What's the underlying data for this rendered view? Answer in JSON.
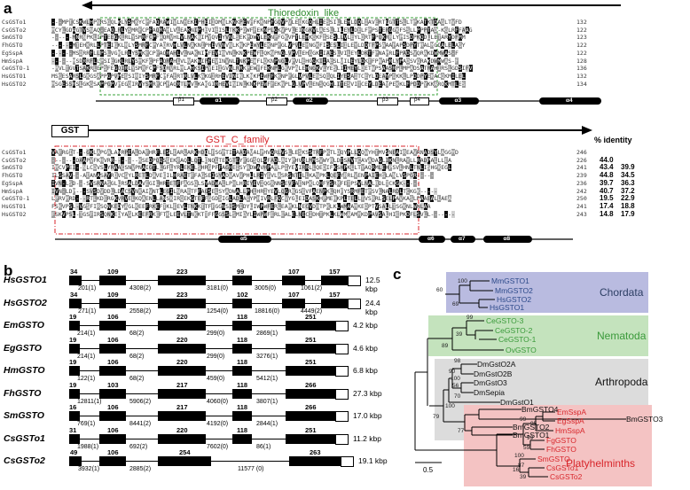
{
  "panel_labels": {
    "a": "a",
    "b": "b",
    "c": "c"
  },
  "panel_a": {
    "domain_thioredoxin": "Thioredoxin_like",
    "domain_gst_c": "GST_C_family",
    "gst_box": "GST",
    "identity_header": "% identity",
    "block1": {
      "rows": [
        {
          "name": "CsGSTo1",
          "seq": "---MPTCSKWLHPNRSGQLKLYSMKYCPFAQRAWIVLNHEKIPHEIIDMNLKNKPEWFFKKNPFGQVPVLEQKGQHLIESSILLEHLDQLIAVERTGGTTSLLTPKATKTDAGLTVFD",
          "end": "132"
        },
        {
          "name": "CsGSTo2",
          "seq": "MCYLGDAGTVSNAQ-EAQLRLYSMRFCPFAQRAHLVLEAKNIPHEVIEISLTKKPDWFFEKNPLGKVPVLEINGKVLAESLLILEYLDELFPPSTERGGKFSSLLPPPTAD-KGLRFFAAG",
          "end": "122"
        },
        {
          "name": "SmGSTO",
          "seq": "------MNRNPKLIPTEEGKLRLYSMRFCPFAQRVHLVLNAKNIPYQVIYVNLSEKPDWYLEKNPFGKVPTLEHKGKFISESLLVLEYLDRTFPQKRRLYPISDPKQDLLETARYDFMM",
          "end": "123"
        },
        {
          "name": "FhGSTO",
          "seq": "------MTEHKRLLPTEIGKLRLYSMRFCPYAQRVHLVLNAKNIPHEVVNVNLKNKPEWYLEKNPFGLVPVLEHNGKFISESLIILEYLDQTFPSAAAFAPSDPYTRALMGQALELAGY",
          "end": "122"
        },
        {
          "name": "EgSspA",
          "seq": "------MSDRRFLLPSLVGKLRLYSMKFCPFAQRAHLVLNAKNIPFEVINVNLKNKPEWFLQKNPNGLVPVLEHGGKIIAESLVILEYLDKTFPNAPRLFPADSVQRAKDWMWAS-F",
          "end": "122"
        },
        {
          "name": "HmSspA",
          "seq": "------MSDRRFLLPSIEGKLRLYSMKFCPFAQRAHLVLNAKNIPFEVINVNLTNKPEWFLQKNPNGLVPVLEHGGKIIAESLVILEYLDKTFPNAPRLYPADSVQRAKDWMWAS-F",
          "end": "128"
        },
        {
          "name": "CeGSTO-1",
          "seq": "-MVLTGVTSAKRLEPSFEGQIRLYSMRFCPFSQRVRLMLAHKSIPYEIIGVNLRRKPEWFFEKNPLGKVPALEHNGKVLYESLIIMEYLDETWPSAASRPLMPADSATRAHIRSLGDSIFV",
          "end": "136"
        },
        {
          "name": "HsGSTO1",
          "seq": "MSGESARSLGKGSAPPGPVPEGSIRIYSMRFCPFAERTRLVLKAKGIRHEVININLKNKPEWFFKKNPFGLVPVLENSQGQLIYESAITCEYLDEAYPGKKLLPDDPYEKACQKMILEL",
          "end": "132"
        },
        {
          "name": "HsGSTO2",
          "seq": "MSGESSRSLGKGSAPPGPVPEGQIRVYSMRFCPFAQRTLMVLKAKGIRHEVININLKNKPEWFFEKNPLGLVPVLENSQGHLITESVITCEYLDEAYPEKKLFPDDPYKKARQKMTLES",
          "end": "134"
        }
      ],
      "structures": [
        "β1",
        "α1",
        "β2",
        "α2",
        "β3",
        "β4",
        "α3",
        "α4"
      ]
    },
    "block2": {
      "rows": [
        {
          "name": "CsGSTo1",
          "seq": "VAFRGIT---GKLAPGALANRPEALDAFHRFLESLEARLARKHDQLFSGPTITAADAVALPHVQRLVSLLESKSSTRFPKTLDQYPLLQQWYHTMVSNEAIREAVRNADSYLAGGMD",
          "end": "246",
          "pct1": "",
          "pct2": ""
        },
        {
          "name": "CsGSTo2",
          "seq": "-------DAAPVFKHVRR-------KSEDPQQSGEKFAQLLQTLENQLTEKGTEYFGGSQLGFADLAIYPHVRLMMSVWYRLDTSAVTCAVADAGLIKNLRAYLLRADPALLLEA",
          "end": "226",
          "pct1": "44.0",
          "pct2": ""
        },
        {
          "name": "SmGSTO",
          "seq": "IMCVPEI--NLCDVSLYRAACSNVPNAIGTLLGFLYRLEKELSHRGPFFAGHEISYADWAVHPAMLPIYEVIRRLLQEDIFKSHPKLLTYAQRMLEHPSVLHNLTNLISHGKEGL",
          "end": "241",
          "pct1": "43.4",
          "pct2": "39.9"
        },
        {
          "name": "FhGSTO",
          "seq": "ILGSAV---AEANASAYRDVCGYLRETLDAVEEILHRAETFFAGSEIGYADWAVVPHLLRIYEVLASRSNTELLKANPKLQEFYRRLVENPAIEHSLANLVSPGR-----",
          "end": "239",
          "pct1": "44.8",
          "pct2": "34.5"
        },
        {
          "name": "EgSspA",
          "seq": "IVN-LSD---SVSRNASGLLRSALDAVEGILHRTETFFAGSQLSYADWALLPHLHRIYEVIQGRNNSEVFAENPKLQHFYSRMFETPSVLNALRDLTCKGK-----",
          "end": "236",
          "pct1": "39.7",
          "pct2": "36.3"
        },
        {
          "name": "HmSspA",
          "seq": "IVN-LDP---SVSDVDDLLDACSVNKAIVNTLEGILNRAETFFAGSELSYADWALLPHLHRIYEVLQGRNGSEVFAENPKLQHFYSRMFETPSVLNALRDLTCKGK-----",
          "end": "242",
          "pct1": "40.7",
          "pct2": "37.2"
        },
        {
          "name": "CeGSTO-1",
          "seq": "LPRVMRD---RTLKDERGKVRVELKQAENLLANSKIRQEKGTEFFGGDSIGLADLAIYPHIVRLFQCVYGLEIDASKHPMEHKPLTELLTVSRRLSELPAVKASLPAAEALLAEA",
          "end": "250",
          "pct1": "19.5",
          "pct2": "22.9"
        },
        {
          "name": "HsGSTO1",
          "seq": "FSKVPSL-VGSFIRSQNKEDYAGLKEEFRKEFTKLEEVLTNKKTTFFGGNSISMIDYLIWPWFERLEAMKLNECVDHTPKLKLWMAAMKEDPTVSALLTSGKNLWNLAA",
          "end": "241",
          "pct1": "17.4",
          "pct2": "18.8"
        },
        {
          "name": "HsGSTO2",
          "seq": "FSKVPSL-TGSFIRSQNKEDYAGLKEEFRKEFTKLEEVLTNKKTTFFGGSSLSMIDYLIWPWFERLEALELNECIDHTPKLKLWMAAMMKDPAVSALHIEPKDFLSVLL-------",
          "end": "243",
          "pct1": "14.8",
          "pct2": "17.9"
        }
      ],
      "structures": [
        "α5",
        "α6",
        "α7",
        "α8"
      ]
    }
  },
  "panel_b": {
    "genes": [
      {
        "name": "HsGSTO1",
        "exons": [
          "34",
          "109",
          "223",
          "99",
          "107",
          "157"
        ],
        "introns": [
          "201(1)",
          "4308(2)",
          "3181(0)",
          "3005(0)",
          "1061(2)"
        ],
        "size": "12.5 kbp"
      },
      {
        "name": "HsGSTO2",
        "exons": [
          "34",
          "109",
          "223",
          "102",
          "107",
          "157"
        ],
        "introns": [
          "271(1)",
          "2558(2)",
          "1254(0)",
          "18816(0)",
          "4449(2)"
        ],
        "size": "24.4 kbp"
      },
      {
        "name": "EmGSTO",
        "exons": [
          "19",
          "106",
          "220",
          "118",
          "251"
        ],
        "introns": [
          "214(1)",
          "68(2)",
          "299(0)",
          "2869(1)"
        ],
        "size": "4.2 kbp"
      },
      {
        "name": "EgGSTO",
        "exons": [
          "19",
          "106",
          "220",
          "118",
          "251"
        ],
        "introns": [
          "214(1)",
          "68(2)",
          "299(0)",
          "3276(1)"
        ],
        "size": "4.6 kbp"
      },
      {
        "name": "HmGSTO",
        "exons": [
          "19",
          "106",
          "220",
          "118",
          "251"
        ],
        "introns": [
          "122(1)",
          "68(2)",
          "459(0)",
          "5412(1)"
        ],
        "size": "6.8 kbp"
      },
      {
        "name": "FhGSTO",
        "exons": [
          "19",
          "103",
          "217",
          "118",
          "266"
        ],
        "introns": [
          "12811(1)",
          "5906(2)",
          "4060(0)",
          "3807(1)"
        ],
        "size": "27.3 kbp"
      },
      {
        "name": "SmGSTO",
        "exons": [
          "16",
          "106",
          "217",
          "118",
          "266"
        ],
        "introns": [
          "769(1)",
          "8441(2)",
          "4192(0)",
          "2844(1)"
        ],
        "size": "17.0 kbp"
      },
      {
        "name": "CsGSTo1",
        "exons": [
          "31",
          "106",
          "220",
          "118",
          "251"
        ],
        "introns": [
          "1988(1)",
          "692(2)",
          "7602(0)",
          "86(1)"
        ],
        "size": "11.2 kbp"
      },
      {
        "name": "CsGSTo2",
        "exons": [
          "49",
          "106",
          "254",
          "263"
        ],
        "introns": [
          "3932(1)",
          "2885(2)",
          "11577 (0)"
        ],
        "size": "19.1 kbp"
      }
    ]
  },
  "panel_c": {
    "groups": [
      "Chordata",
      "Nematoda",
      "Arthropoda",
      "Platyhelminths"
    ],
    "colors": {
      "chordata_bg": "#b9bbe0",
      "chordata_text": "#2c3e63",
      "nematoda_bg": "#c4e3bd",
      "nematoda_text": "#3a9a3a",
      "arthropoda_bg": "#dcdcdc",
      "arthropoda_text": "#111111",
      "platy_bg": "#f4c3c3",
      "platy_text": "#d8262b",
      "chordata_leaf": "#2d4a8a"
    },
    "leaves": {
      "chordata": [
        "MmGSTO1",
        "MmGSTO2",
        "HsGSTO2",
        "HsGSTO1"
      ],
      "nematoda": [
        "CeGSTO-3",
        "CeGSTO-2",
        "CeGSTO-1",
        "OvGSTO"
      ],
      "arthropoda": [
        "DmGstO2A",
        "DmGstO2B",
        "DmGstO3",
        "DmSepia",
        "DmGstO1",
        "BmGSTO4",
        "BmGSTO3",
        "BmGSTO2",
        "BmGSTO1"
      ],
      "platy": [
        "EmSspA",
        "EgSspA",
        "HmSspA",
        "FgGSTO",
        "FhGSTO",
        "SmGSTO",
        "CsGSTo1",
        "CsGSTo2"
      ]
    },
    "bootstrap": [
      "60",
      "100",
      "69",
      "99",
      "39",
      "89",
      "98",
      "90",
      "100",
      "56",
      "70",
      "100",
      "79",
      "77",
      "99",
      "95",
      "99",
      "59",
      "100",
      "87",
      "16",
      "39",
      "38"
    ],
    "scale": "0.5"
  }
}
